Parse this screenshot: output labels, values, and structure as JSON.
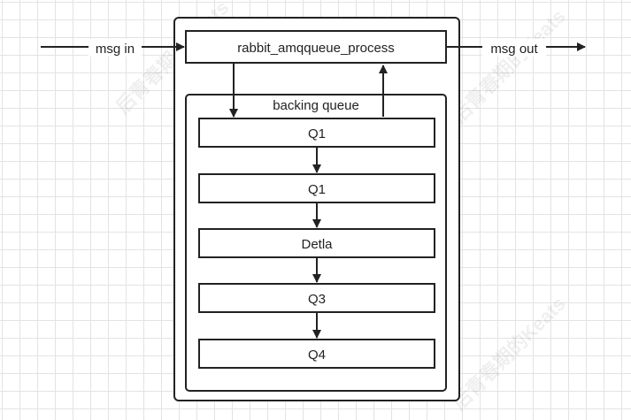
{
  "diagram": {
    "input_label": "msg in",
    "output_label": "msg out",
    "process_label": "rabbit_amqqueue_process",
    "backing_queue_label": "backing queue",
    "queues": [
      "Q1",
      "Q1",
      "Detla",
      "Q3",
      "Q4"
    ]
  },
  "watermark": {
    "text_1": "后青春期的Keats",
    "text_2": "后青春期的Keats",
    "text_3": "后青春期的Keats"
  },
  "colors": {
    "stroke": "#222222",
    "box_fill": "#ffffff",
    "grid": "#e3e3e3",
    "text": "#222222"
  }
}
